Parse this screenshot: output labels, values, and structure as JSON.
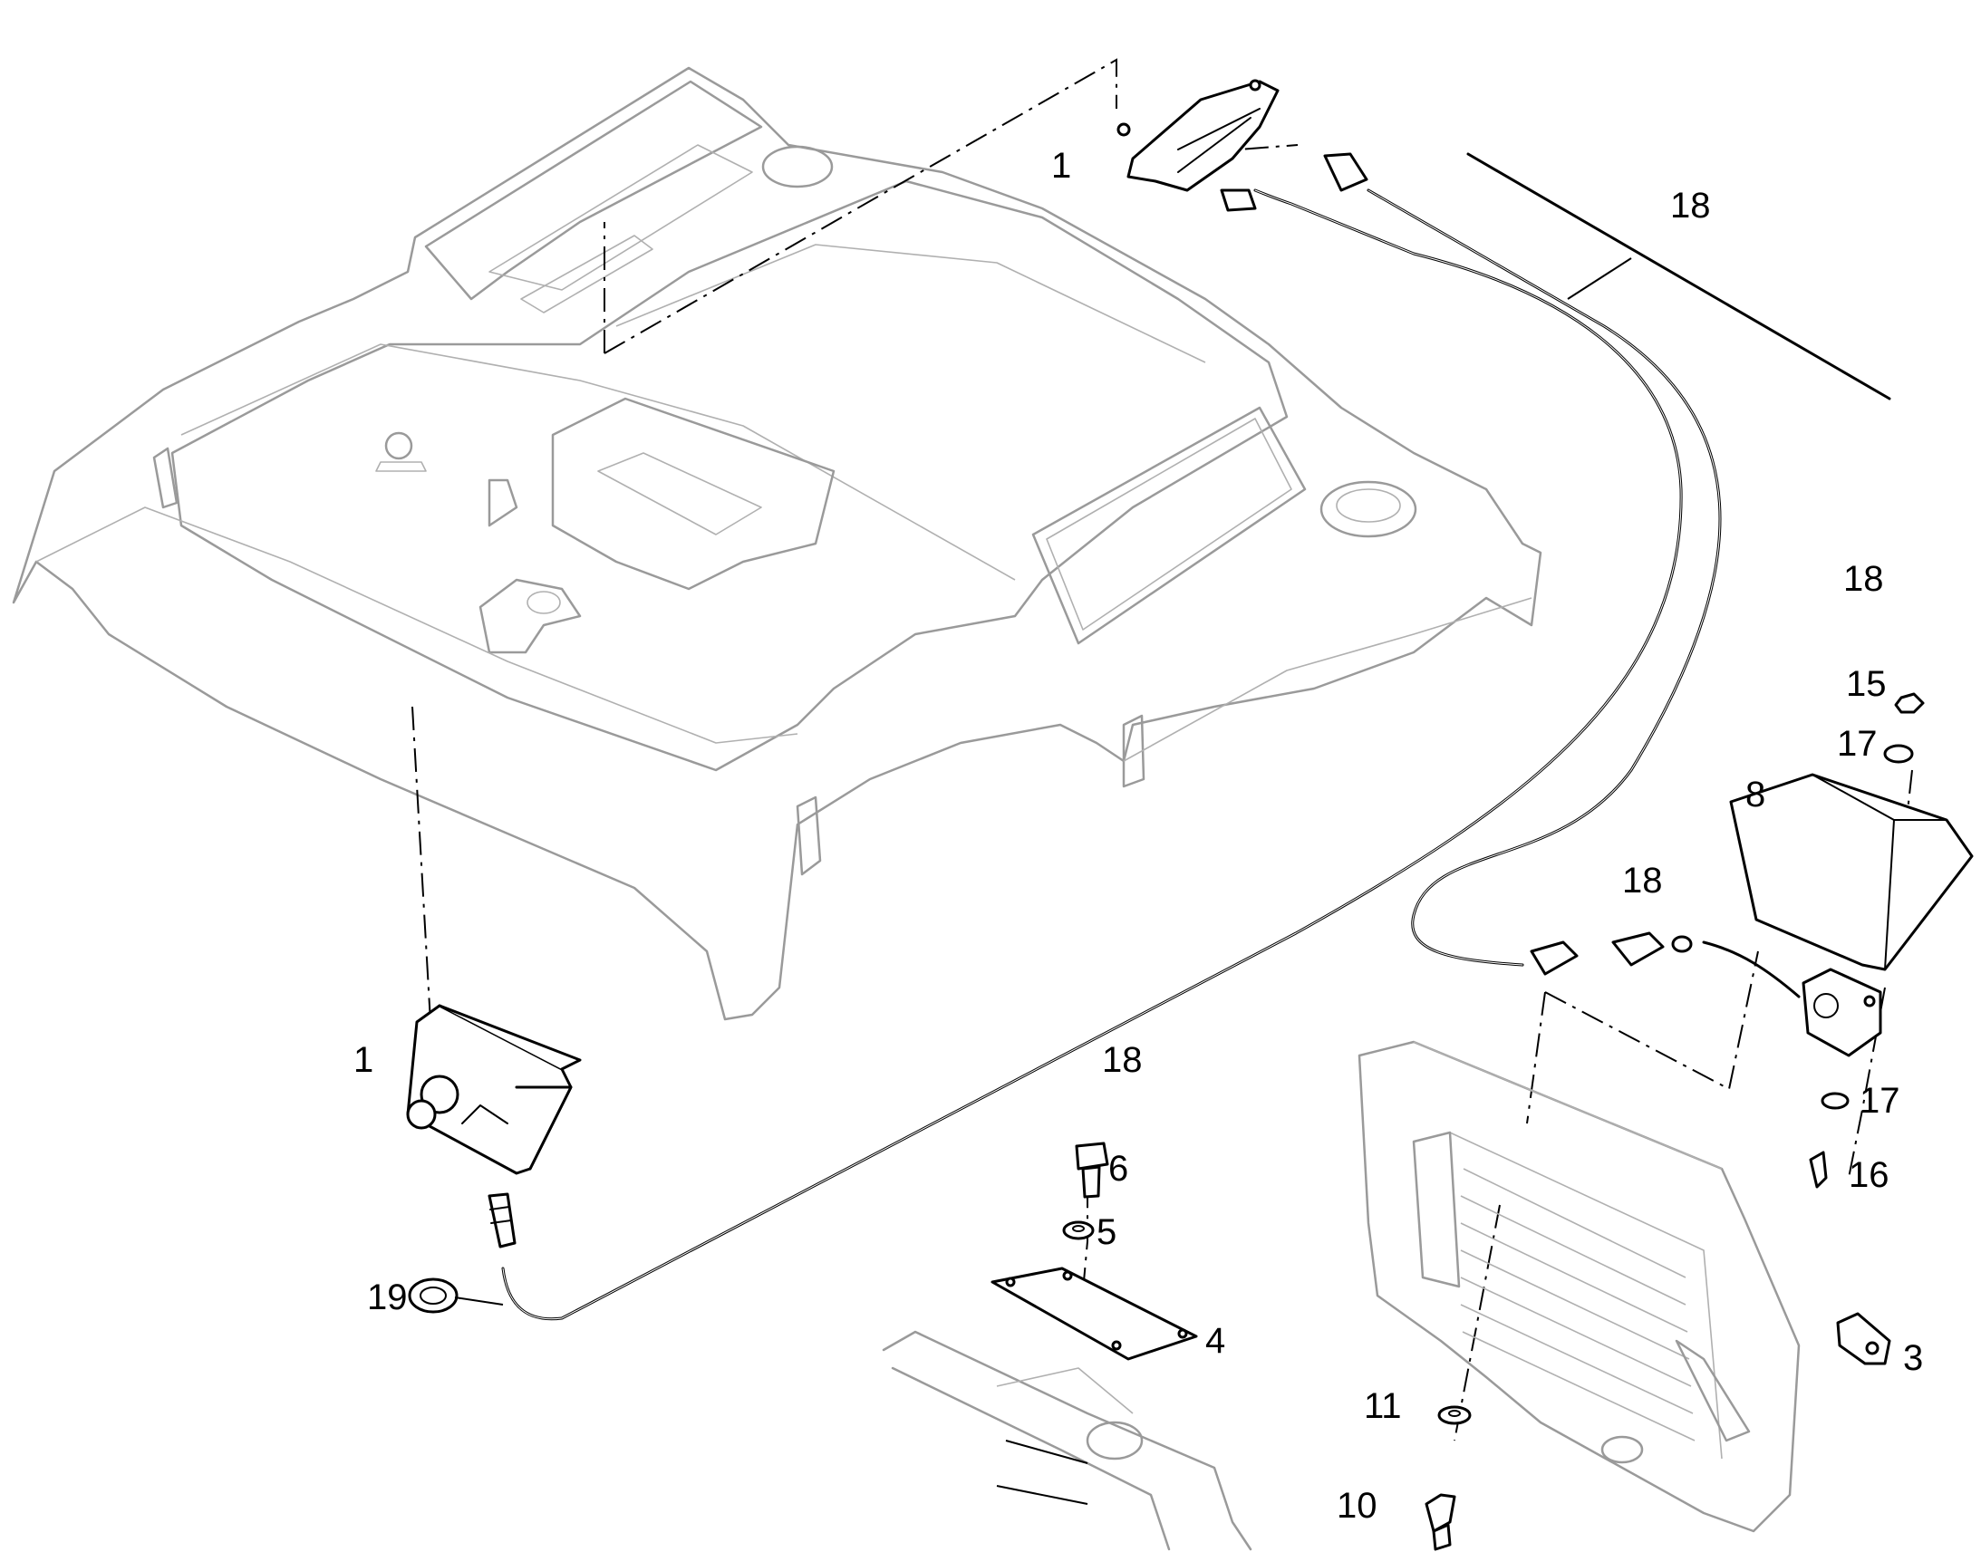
{
  "callouts": {
    "c1_top": "1",
    "c18_top": "18",
    "c18_mid": "18",
    "c15": "15",
    "c17_top": "17",
    "c8": "8",
    "c18_right": "18",
    "c1_left": "1",
    "c18_bottom": "18",
    "c6": "6",
    "c5": "5",
    "c17_bottom": "17",
    "c16": "16",
    "c19": "19",
    "c4": "4",
    "c3": "3",
    "c11": "11",
    "c10": "10"
  }
}
